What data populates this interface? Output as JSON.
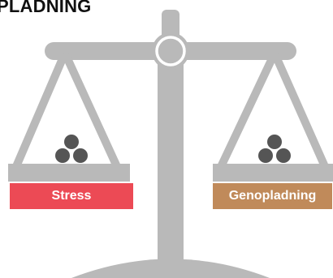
{
  "title": "PLADNING",
  "labels": {
    "left": "Stress",
    "right": "Genopladning"
  },
  "colors": {
    "scale_gray": "#b9b9b9",
    "ball_gray": "#555555",
    "stress_red": "#ec4a55",
    "genopladning_brown": "#c08a5a"
  }
}
